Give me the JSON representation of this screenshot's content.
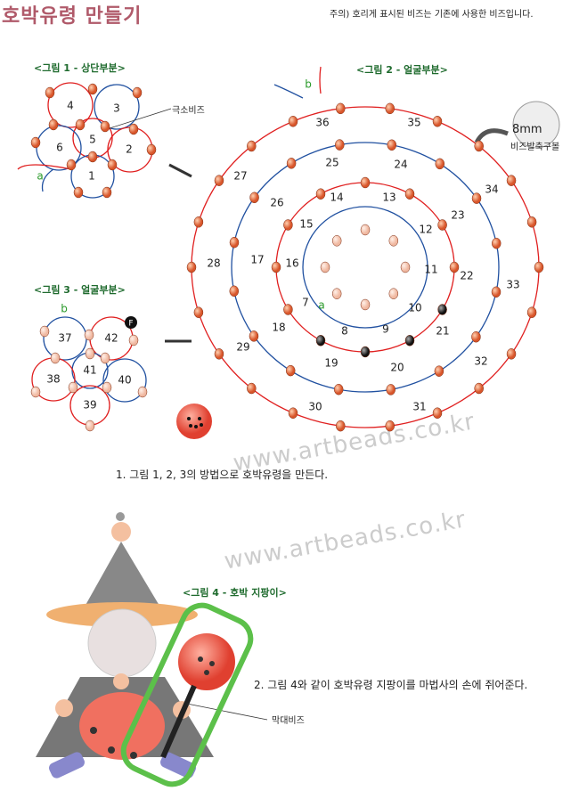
{
  "title": "호박유령 만들기",
  "note": "주의) 호리게 표시된 비즈는 기존에 사용한 비즈입니다.",
  "watermark": "www.artbeads.co.kr",
  "figures": {
    "fig1": {
      "caption": "<그림 1 - 상단부분>",
      "label_tiny_bead": "극소비즈",
      "numbers": [
        "1",
        "2",
        "3",
        "4",
        "5",
        "6"
      ],
      "start_letter": "a"
    },
    "fig2": {
      "caption": "<그림 2 - 얼굴부분>",
      "ball_size": "8mm",
      "ball_label": "비즈발축구볼",
      "numbers": [
        "7",
        "8",
        "9",
        "10",
        "11",
        "12",
        "13",
        "14",
        "15",
        "16",
        "17",
        "18",
        "19",
        "20",
        "21",
        "22",
        "23",
        "24",
        "25",
        "26",
        "27",
        "28",
        "29",
        "30",
        "31",
        "32",
        "33",
        "34",
        "35",
        "36"
      ],
      "letter_a": "a",
      "letter_b": "b"
    },
    "fig3": {
      "caption": "<그림 3 - 얼굴부분>",
      "numbers": [
        "37",
        "38",
        "39",
        "40",
        "41",
        "42"
      ],
      "letter_b": "b",
      "letter_f": "F"
    },
    "fig4": {
      "caption": "<그림 4 - 호박 지팡이>",
      "label_stick_bead": "막대비즈"
    }
  },
  "steps": [
    "1. 그림 1, 2, 3의 방법으로 호박유령을 만든다.",
    "2. 그림 4와 같이 호박유령 지팡이를 마법사의 손에 쥐어준다."
  ],
  "colors": {
    "red_thread": "#e02020",
    "blue_thread": "#2050a0",
    "bead": "#e8805a",
    "caption": "#1f6b2e",
    "highlight": "#5cc04a"
  }
}
